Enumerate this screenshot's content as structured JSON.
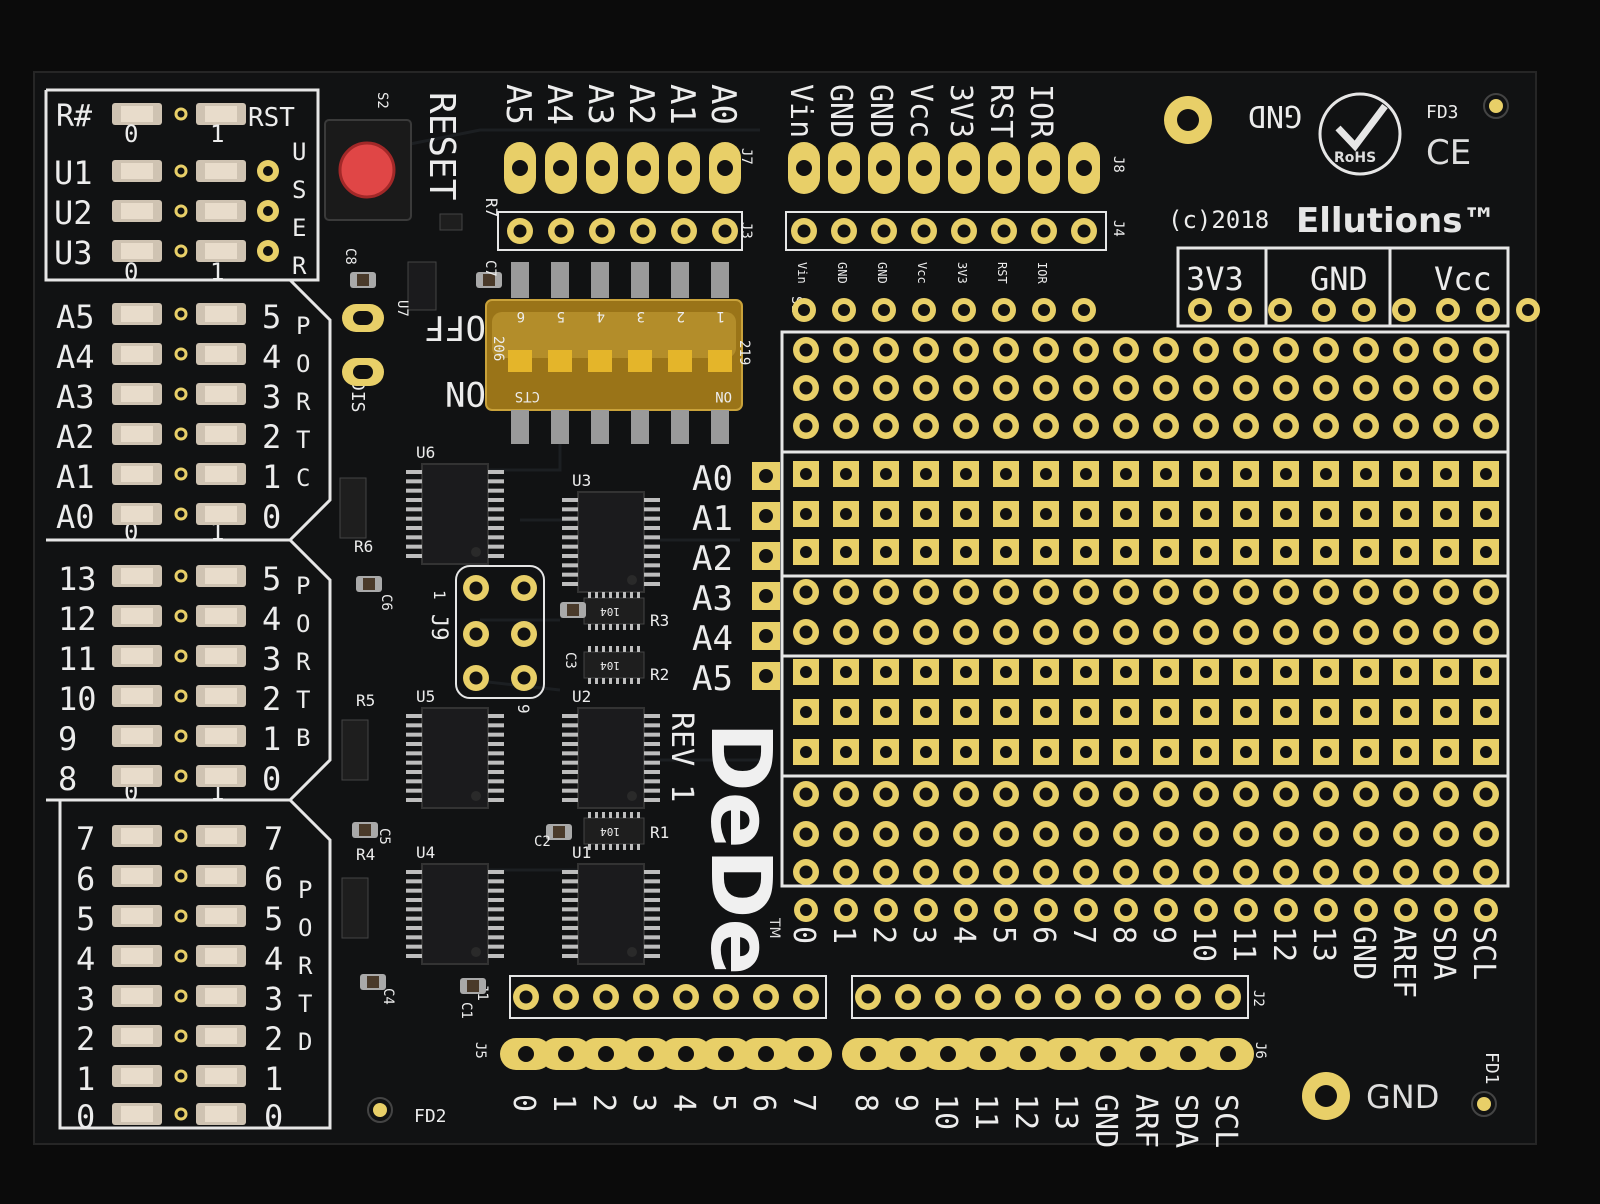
{
  "colors": {
    "background": "#0b0b0b",
    "board": "#111213",
    "silkscreen": "#ececec",
    "gold_pad": "#e8cf68",
    "reset_button": "#e04646",
    "dip_switch_body": "#9a7418",
    "led": "#e8dccb"
  },
  "board": {
    "brand": "Ellutions™",
    "copyright": "(c)2018",
    "product": "DeDe",
    "trademark": "TM",
    "revision": "REV 1",
    "rohs": "RoHS",
    "ce": "CE"
  },
  "led_panel": {
    "reset_row": {
      "left": "R#",
      "right": "RST"
    },
    "user_rows": [
      "U1",
      "U2",
      "U3"
    ],
    "user_letters": [
      "U",
      "S",
      "E",
      "R"
    ],
    "bit_header": [
      "0",
      "1"
    ],
    "port_c": {
      "left": [
        "A5",
        "A4",
        "A3",
        "A2",
        "A1",
        "A0"
      ],
      "right": [
        "5",
        "4",
        "3",
        "2",
        "1",
        "0"
      ],
      "letters": [
        "P",
        "O",
        "R",
        "T",
        "C"
      ]
    },
    "port_b": {
      "left": [
        "13",
        "12",
        "11",
        "10",
        "9",
        "8"
      ],
      "right": [
        "5",
        "4",
        "3",
        "2",
        "1",
        "0"
      ],
      "letters": [
        "P",
        "O",
        "R",
        "T",
        "B"
      ]
    },
    "port_d": {
      "left": [
        "7",
        "6",
        "5",
        "4",
        "3",
        "2",
        "1",
        "0"
      ],
      "right": [
        "7",
        "6",
        "5",
        "4",
        "3",
        "2",
        "1",
        "0"
      ],
      "letters": [
        "P",
        "O",
        "R",
        "T",
        "D"
      ]
    }
  },
  "reset_switch": {
    "label": "RESET",
    "ref": "S2"
  },
  "switch_bank": {
    "off": "OFF",
    "on": "ON",
    "dis": "DIS",
    "ref": "S1",
    "positions": [
      "6",
      "5",
      "4",
      "3",
      "2",
      "1"
    ],
    "body_on": "ON",
    "body_cts": "CTS",
    "body_id": "219",
    "body_side": "206"
  },
  "analog_header": {
    "labels": [
      "A5",
      "A4",
      "A3",
      "A2",
      "A1",
      "A0"
    ],
    "j_top": "J7",
    "j_bottom": "J3"
  },
  "power_header": {
    "labels": [
      "Vin",
      "GND",
      "GND",
      "Vcc",
      "3V3",
      "RST",
      "IOR"
    ],
    "small_labels": [
      "Vin",
      "GND",
      "GND",
      "Vcc",
      "3V3",
      "RST",
      "IOR"
    ],
    "j_top": "J8",
    "j_bottom": "J4"
  },
  "proto_labels": {
    "analog": [
      "A0",
      "A1",
      "A2",
      "A3",
      "A4",
      "A5"
    ]
  },
  "power_rail": [
    "3V3",
    "GND",
    "Vcc"
  ],
  "bottom_numbers": [
    "0",
    "1",
    "2",
    "3",
    "4",
    "5",
    "6",
    "7",
    "8",
    "9",
    "10",
    "11",
    "12",
    "13",
    "GND",
    "AREF",
    "SDA",
    "SCL"
  ],
  "header_j5": {
    "labels": [
      "0",
      "1",
      "2",
      "3",
      "4",
      "5",
      "6",
      "7"
    ],
    "ref": "J5",
    "ref_top": "J1"
  },
  "header_j6": {
    "labels": [
      "8",
      "9",
      "10",
      "11",
      "12",
      "13",
      "GND",
      "ARF",
      "SDA",
      "SCL"
    ],
    "ref": "J6",
    "ref_top": "J2"
  },
  "gnd_labels": {
    "top": "GND",
    "bottom": "GND"
  },
  "fiducials": [
    "FD1",
    "FD2",
    "FD3"
  ],
  "chips": [
    "U1",
    "U2",
    "U3",
    "U4",
    "U5",
    "U6",
    "U7"
  ],
  "resistor_networks": [
    "R1",
    "R2",
    "R3",
    "R4",
    "R5",
    "R6",
    "R7"
  ],
  "resistor_value": "104",
  "capacitors": [
    "C1",
    "C2",
    "C3",
    "C4",
    "C5",
    "C6",
    "C7",
    "C8"
  ],
  "j9": {
    "label": "J9",
    "marks": [
      "1",
      "9"
    ]
  }
}
